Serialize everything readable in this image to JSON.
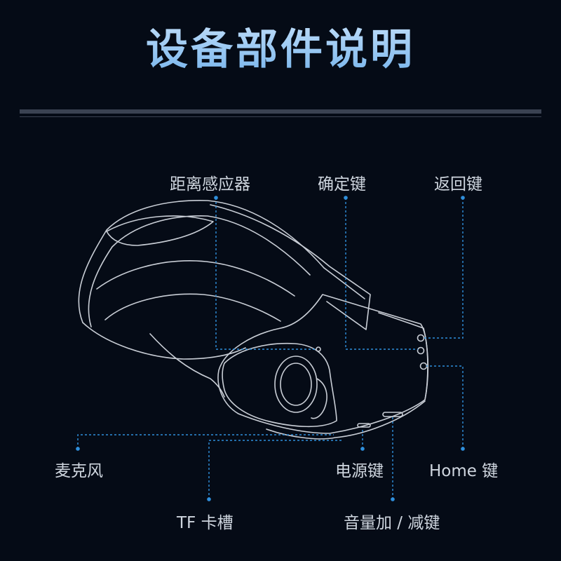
{
  "title": "设备部件说明",
  "labels": {
    "proximity_sensor": "距离感应器",
    "confirm_key": "确定键",
    "back_key": "返回键",
    "microphone": "麦克风",
    "power_key": "电源键",
    "home_key": "Home 键",
    "tf_slot": "TF 卡槽",
    "volume_key": "音量加 / 减键"
  },
  "colors": {
    "leader_line": "#2f8fdc",
    "outline": "#c9ced6",
    "background": "#050b16"
  }
}
